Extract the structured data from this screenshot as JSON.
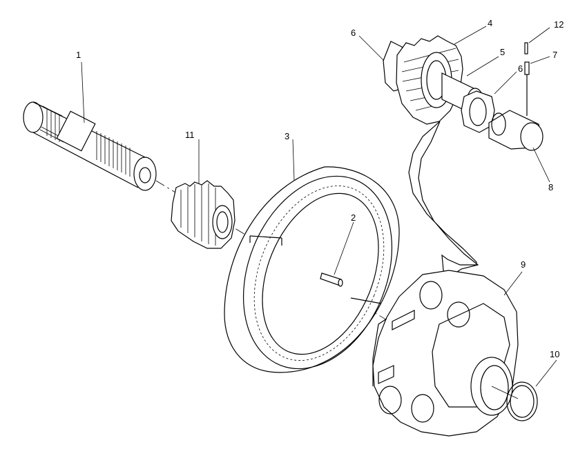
{
  "callouts": [
    {
      "id": "1",
      "label": "1"
    },
    {
      "id": "2",
      "label": "2"
    },
    {
      "id": "3",
      "label": "3"
    },
    {
      "id": "4",
      "label": "4"
    },
    {
      "id": "5",
      "label": "5"
    },
    {
      "id": "6a",
      "label": "6"
    },
    {
      "id": "6b",
      "label": "6"
    },
    {
      "id": "6c",
      "label": "6"
    },
    {
      "id": "7",
      "label": "7"
    },
    {
      "id": "8",
      "label": "8"
    },
    {
      "id": "9",
      "label": "9"
    },
    {
      "id": "10",
      "label": "10"
    },
    {
      "id": "11",
      "label": "11"
    },
    {
      "id": "12",
      "label": "12"
    }
  ],
  "colors": {
    "ink": "#000000",
    "paper": "#ffffff"
  }
}
